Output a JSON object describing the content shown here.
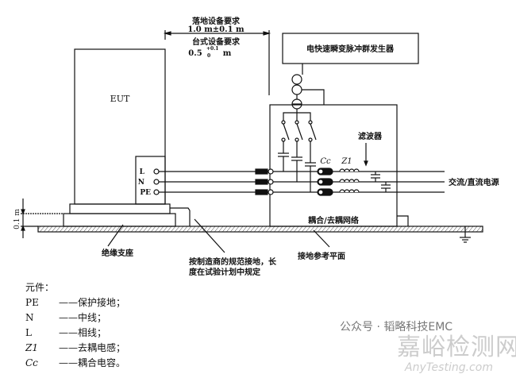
{
  "dimension": {
    "floor_title": "落地设备要求",
    "floor_value": "1.0 m±0.1 m",
    "table_title": "台式设备要求",
    "table_value_base": "0.5",
    "table_tol_plus": "+0.1",
    "table_tol_minus": "0",
    "table_unit": "m",
    "height_value": "0.1 m"
  },
  "generator_label": "电快速瞬变脉冲群发生器",
  "eut_label": "EUT",
  "terminals": [
    "L",
    "N",
    "PE"
  ],
  "cdn": {
    "filter_label": "滤波器",
    "cc_label": "Cc",
    "z1_label": "Z1",
    "network_label": "耦合/去耦网络",
    "power_label": "交流/直流电源"
  },
  "callouts": {
    "insulation": "绝缘支座",
    "grounding_line1": "按制造商的规范接地，长",
    "grounding_line2": "度在试验计划中规定",
    "ground_plane": "接地参考平面"
  },
  "legend": {
    "title": "元件：",
    "items": [
      {
        "key": "PE",
        "desc": "——保护接地；"
      },
      {
        "key": "N",
        "desc": "——中线；"
      },
      {
        "key": "L",
        "desc": "——相线；"
      },
      {
        "key": "Z1",
        "desc": "——去耦电感；"
      },
      {
        "key": "Cc",
        "desc": "——耦合电容。"
      }
    ]
  },
  "watermark": {
    "site": "嘉峪检测网",
    "account": "公众号 · 韬略科技EMC",
    "url": "AnyTesting.com"
  }
}
